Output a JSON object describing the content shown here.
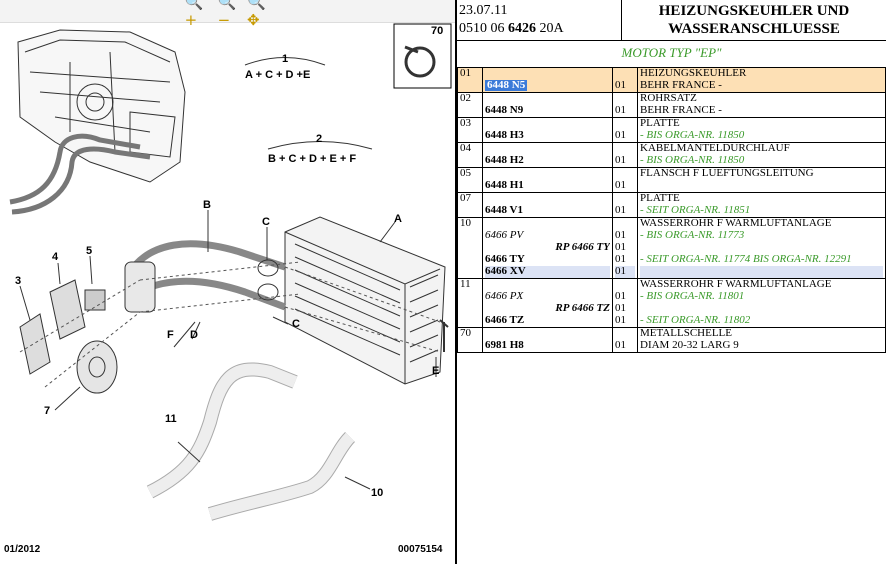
{
  "toolbar": {
    "zoom_in": "🔍+",
    "zoom_out": "🔍−",
    "zoom_move": "🔍✥"
  },
  "diagram": {
    "callouts": {
      "c1": "1",
      "f1": "A + C + D +E",
      "c2": "2",
      "f2": "B + C + D + E + F",
      "A": "A",
      "B": "B",
      "C1": "C",
      "C2": "C",
      "D": "D",
      "E": "E",
      "F": "F",
      "n3": "3",
      "n4": "4",
      "n5": "5",
      "n7": "7",
      "n10": "10",
      "n11": "11",
      "n70": "70"
    },
    "footer_left": "01/2012",
    "footer_right": "00075154"
  },
  "header": {
    "date": "23.07.11",
    "code_pre": "0510 06 ",
    "code_bold": "6426",
    "code_post": " 20A",
    "title_line1": "HEIZUNGSKEUHLER UND",
    "title_line2": "WASSERANSCHLUESSE",
    "motor": "MOTOR TYP \"EP\""
  },
  "rows": [
    {
      "no": "01",
      "ref": "6448 N5",
      "qty": "01",
      "desc": "HEIZUNGSKEUHLER",
      "sub": "BEHR FRANCE -",
      "sel": true
    },
    {
      "no": "02",
      "ref": "6448 N9",
      "qty": "01",
      "desc": "ROHRSATZ",
      "sub": "BEHR FRANCE -"
    },
    {
      "no": "03",
      "ref": "6448 H3",
      "qty": "01",
      "desc": "PLATTE",
      "sub": "- BIS ORGA-NR. 11850"
    },
    {
      "no": "04",
      "ref": "6448 H2",
      "qty": "01",
      "desc": "KABELMANTELDURCHLAUF",
      "sub": "- BIS ORGA-NR. 11850"
    },
    {
      "no": "05",
      "ref": "6448 H1",
      "qty": "01",
      "desc": "FLANSCH F LUEFTUNGSLEITUNG",
      "sub": ""
    },
    {
      "no": "07",
      "ref": "6448 V1",
      "qty": "01",
      "desc": "PLATTE",
      "sub": "- SEIT ORGA-NR. 11851"
    },
    {
      "no": "10",
      "lines": [
        {
          "ref": "6466 PV",
          "style": "it",
          "qty": "01",
          "desc": "- BIS ORGA-NR. 11773"
        },
        {
          "ref": "RP 6466 TY",
          "style": "rp",
          "qty": "01",
          "desc": ""
        },
        {
          "ref": "6466 TY",
          "style": "bold",
          "qty": "01",
          "desc": "- SEIT ORGA-NR. 11774 BIS ORGA-NR. 12291"
        },
        {
          "ref": "6466 XV",
          "style": "bold",
          "qty": "01",
          "desc": "",
          "hl": true
        }
      ],
      "desc": "WASSERROHR F WARMLUFTANLAGE"
    },
    {
      "no": "11",
      "lines": [
        {
          "ref": "6466 PX",
          "style": "it",
          "qty": "01",
          "desc": "- BIS ORGA-NR. 11801"
        },
        {
          "ref": "RP 6466 TZ",
          "style": "rp",
          "qty": "01",
          "desc": ""
        },
        {
          "ref": "6466 TZ",
          "style": "bold",
          "qty": "01",
          "desc": "- SEIT ORGA-NR. 11802"
        }
      ],
      "desc": "WASSERROHR F WARMLUFTANLAGE"
    },
    {
      "no": "70",
      "ref": "6981 H8",
      "qty": "01",
      "desc": "METALLSCHELLE",
      "sub": "DIAM 20-32 LARG 9"
    }
  ]
}
